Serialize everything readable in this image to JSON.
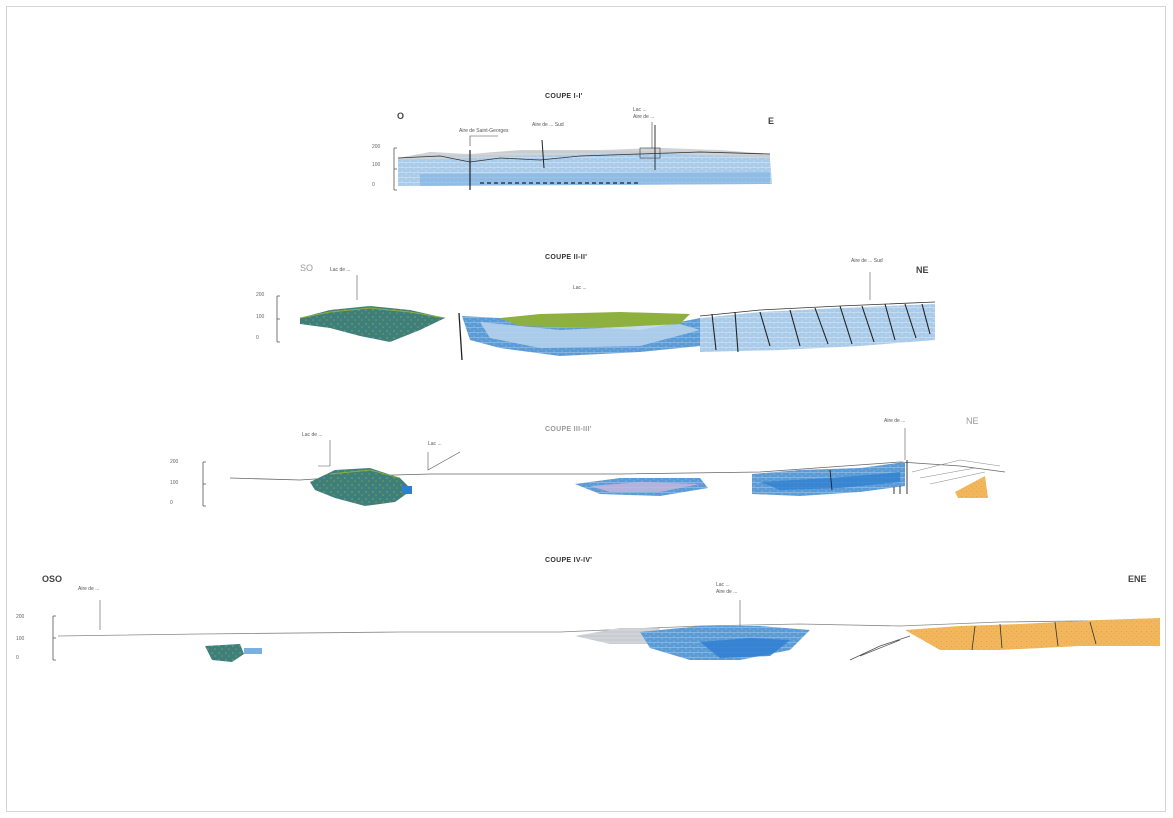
{
  "sections": [
    {
      "title": "COUPE I-I'",
      "orient_left": "O",
      "orient_right": "E",
      "scale": [
        "200",
        "100",
        "0"
      ],
      "labels": [
        "Aire de Saint-Georges",
        "Aire de ... Sud",
        "Lac ...",
        "Aire de ..."
      ]
    },
    {
      "title": "COUPE II-II'",
      "orient_left": "SO",
      "orient_right": "NE",
      "scale": [
        "200",
        "100",
        "0"
      ],
      "labels": [
        "Lac de ...",
        "Lac ...",
        "Aire de ... Sud"
      ]
    },
    {
      "title": "COUPE III-III'",
      "orient_left": "",
      "orient_right": "NE",
      "scale": [
        "200",
        "100",
        "0"
      ],
      "labels": [
        "Lac de ...",
        "Lac ...",
        "Aire de ..."
      ]
    },
    {
      "title": "COUPE IV-IV'",
      "orient_left": "OSO",
      "orient_right": "ENE",
      "scale": [
        "200",
        "100",
        "0"
      ],
      "labels": [
        "Aire de ...",
        "Lac ...",
        "Aire de ..."
      ]
    }
  ],
  "colors": {
    "limestone_blue": "#5b9bd5",
    "deep_blue": "#2f7fd1",
    "grey_cover": "#c8cdd2",
    "green_olive": "#8db03f",
    "teal_green": "#3f7f7a",
    "orange_sand": "#f2b65c",
    "fault_line": "#222222"
  }
}
